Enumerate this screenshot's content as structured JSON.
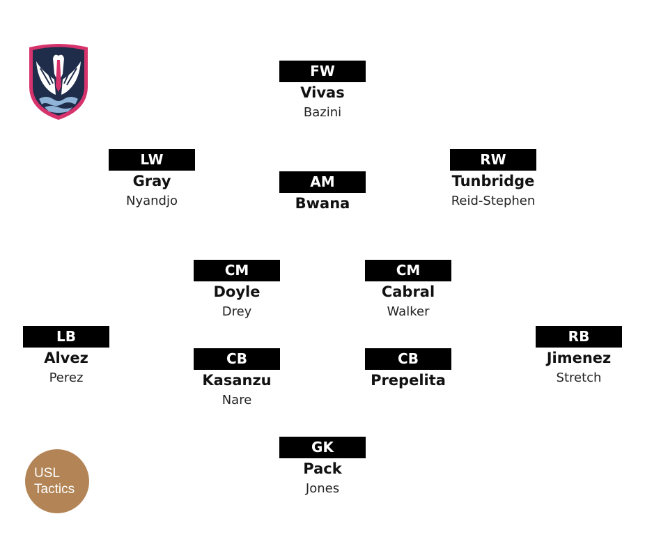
{
  "colors": {
    "label_bg": "#000000",
    "label_text": "#ffffff",
    "badge_bg": "#b38556",
    "crest_navy": "#1f2c4a",
    "crest_pink": "#d6336c"
  },
  "badge": {
    "line1": "USL",
    "line2": "Tactics"
  },
  "logo": {
    "icon": "pelican-crest-icon"
  },
  "positions": {
    "fw": {
      "label": "FW",
      "starter": "Vivas",
      "backup": "Bazini"
    },
    "lw": {
      "label": "LW",
      "starter": "Gray",
      "backup": "Nyandjo"
    },
    "am": {
      "label": "AM",
      "starter": "Bwana"
    },
    "rw": {
      "label": "RW",
      "starter": "Tunbridge",
      "backup": "Reid-Stephen"
    },
    "cml": {
      "label": "CM",
      "starter": "Doyle",
      "backup": "Drey"
    },
    "cmr": {
      "label": "CM",
      "starter": "Cabral",
      "backup": "Walker"
    },
    "lb": {
      "label": "LB",
      "starter": "Alvez",
      "backup": "Perez"
    },
    "cbl": {
      "label": "CB",
      "starter": "Kasanzu",
      "backup": "Nare"
    },
    "cbr": {
      "label": "CB",
      "starter": "Prepelita"
    },
    "rb": {
      "label": "RB",
      "starter": "Jimenez",
      "backup": "Stretch"
    },
    "gk": {
      "label": "GK",
      "starter": "Pack",
      "backup": "Jones"
    }
  }
}
